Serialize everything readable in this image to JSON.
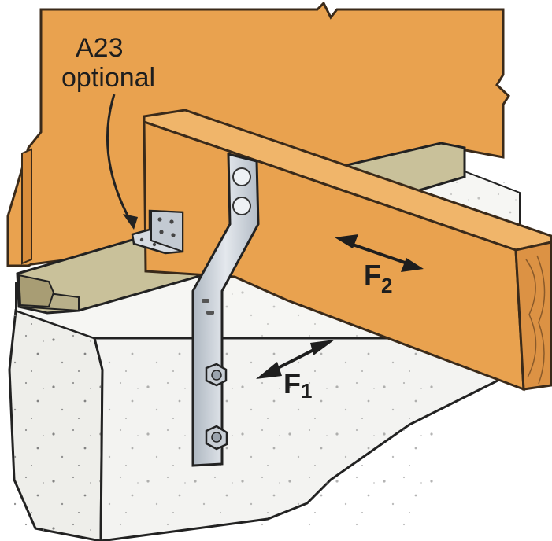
{
  "callout": {
    "line1": "A23",
    "line2": "optional"
  },
  "forces": {
    "f1": {
      "letter": "F",
      "subscript": "1"
    },
    "f2": {
      "letter": "F",
      "subscript": "2"
    }
  },
  "colors": {
    "lumber": "#E9A24F",
    "lumber_outline": "#3a2a1a",
    "sill_plate": "#C9C19A",
    "concrete": "#F1F1EE",
    "steel": "#C9D0D8",
    "outline": "#222222"
  }
}
